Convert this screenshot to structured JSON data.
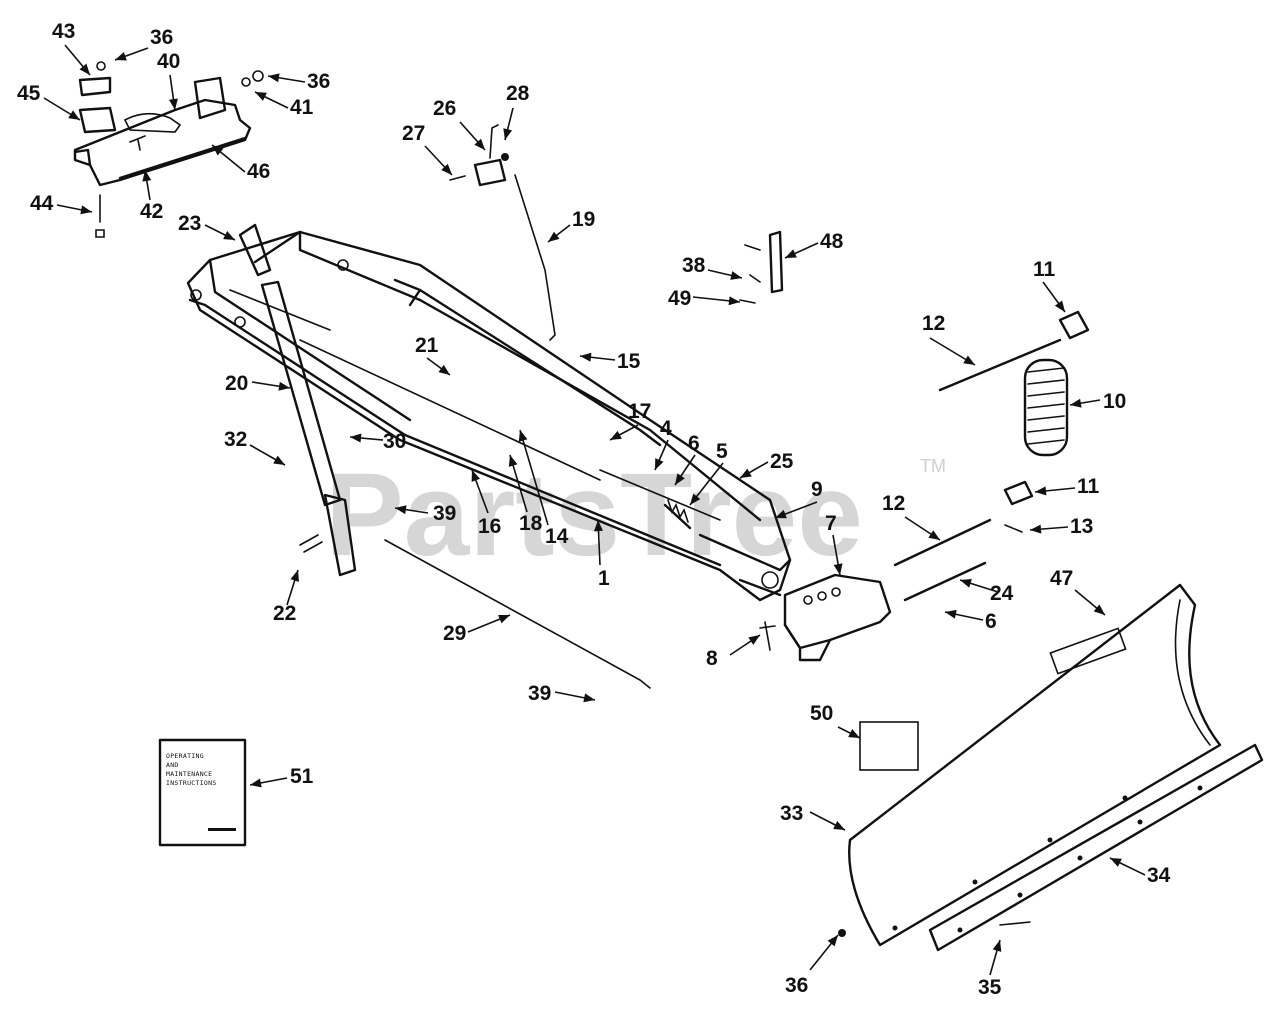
{
  "watermark": {
    "text": "PartsTree",
    "trademark": "TM"
  },
  "booklet": {
    "line1": "OPERATING",
    "line2": "AND",
    "line3": "MAINTENANCE",
    "line4": "INSTRUCTIONS"
  },
  "callouts": [
    {
      "id": "c1",
      "label": "1"
    },
    {
      "id": "c4",
      "label": "4"
    },
    {
      "id": "c5",
      "label": "5"
    },
    {
      "id": "c6a",
      "label": "6"
    },
    {
      "id": "c6b",
      "label": "6"
    },
    {
      "id": "c7",
      "label": "7"
    },
    {
      "id": "c8",
      "label": "8"
    },
    {
      "id": "c9",
      "label": "9"
    },
    {
      "id": "c10",
      "label": "10"
    },
    {
      "id": "c11a",
      "label": "11"
    },
    {
      "id": "c11b",
      "label": "11"
    },
    {
      "id": "c12a",
      "label": "12"
    },
    {
      "id": "c12b",
      "label": "12"
    },
    {
      "id": "c13",
      "label": "13"
    },
    {
      "id": "c14",
      "label": "14"
    },
    {
      "id": "c15",
      "label": "15"
    },
    {
      "id": "c16",
      "label": "16"
    },
    {
      "id": "c17",
      "label": "17"
    },
    {
      "id": "c18",
      "label": "18"
    },
    {
      "id": "c19",
      "label": "19"
    },
    {
      "id": "c20",
      "label": "20"
    },
    {
      "id": "c21",
      "label": "21"
    },
    {
      "id": "c22",
      "label": "22"
    },
    {
      "id": "c23",
      "label": "23"
    },
    {
      "id": "c24",
      "label": "24"
    },
    {
      "id": "c25",
      "label": "25"
    },
    {
      "id": "c26",
      "label": "26"
    },
    {
      "id": "c27",
      "label": "27"
    },
    {
      "id": "c28",
      "label": "28"
    },
    {
      "id": "c29",
      "label": "29"
    },
    {
      "id": "c30",
      "label": "30"
    },
    {
      "id": "c32",
      "label": "32"
    },
    {
      "id": "c33",
      "label": "33"
    },
    {
      "id": "c34",
      "label": "34"
    },
    {
      "id": "c35",
      "label": "35"
    },
    {
      "id": "c36a",
      "label": "36"
    },
    {
      "id": "c36b",
      "label": "36"
    },
    {
      "id": "c36c",
      "label": "36"
    },
    {
      "id": "c38",
      "label": "38"
    },
    {
      "id": "c39a",
      "label": "39"
    },
    {
      "id": "c39b",
      "label": "39"
    },
    {
      "id": "c40",
      "label": "40"
    },
    {
      "id": "c41",
      "label": "41"
    },
    {
      "id": "c42",
      "label": "42"
    },
    {
      "id": "c43",
      "label": "43"
    },
    {
      "id": "c44",
      "label": "44"
    },
    {
      "id": "c45",
      "label": "45"
    },
    {
      "id": "c46",
      "label": "46"
    },
    {
      "id": "c47",
      "label": "47"
    },
    {
      "id": "c48",
      "label": "48"
    },
    {
      "id": "c49",
      "label": "49"
    },
    {
      "id": "c50",
      "label": "50"
    },
    {
      "id": "c51",
      "label": "51"
    }
  ]
}
